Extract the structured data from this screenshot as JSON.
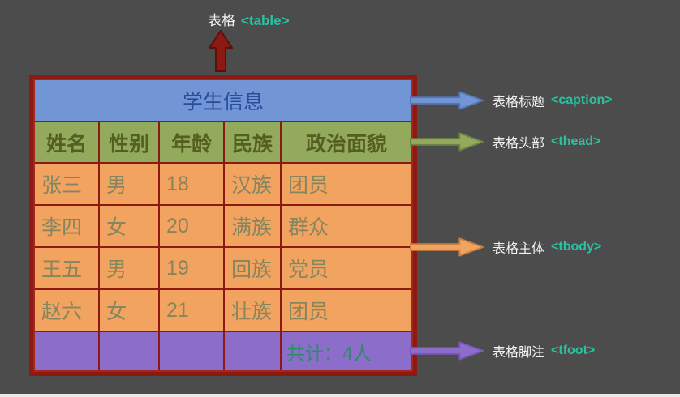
{
  "colors": {
    "page_bg": "#4c4c4c",
    "border_red": "#8c1a12",
    "caption_bg": "#7295d6",
    "caption_text": "#2a4d9b",
    "thead_bg": "#93aa5c",
    "thead_text": "#545f22",
    "tbody_bg": "#f2a360",
    "tbody_text": "#85855e",
    "tfoot_bg": "#8d6dca",
    "tfoot_text": "#2f8a6e",
    "tag_color": "#27c3a2",
    "label_color": "#f2f2f2"
  },
  "top_label": {
    "text": "表格",
    "tag": "<table>"
  },
  "table": {
    "caption": "学生信息",
    "headers": [
      "姓名",
      "性别",
      "年龄",
      "民族",
      "政治面貌"
    ],
    "rows": [
      [
        "张三",
        "男",
        "18",
        "汉族",
        "团员"
      ],
      [
        "李四",
        "女",
        "20",
        "满族",
        "群众"
      ],
      [
        "王五",
        "男",
        "19",
        "回族",
        "党员"
      ],
      [
        "赵六",
        "女",
        "21",
        "壮族",
        "团员"
      ]
    ],
    "footer": [
      "",
      "",
      "",
      "",
      "共计：4人"
    ]
  },
  "annotations": [
    {
      "label": "表格标题",
      "tag": "<caption>"
    },
    {
      "label": "表格头部",
      "tag": "<thead>"
    },
    {
      "label": "表格主体",
      "tag": "<tbody>"
    },
    {
      "label": "表格脚注",
      "tag": "<tfoot>"
    }
  ]
}
